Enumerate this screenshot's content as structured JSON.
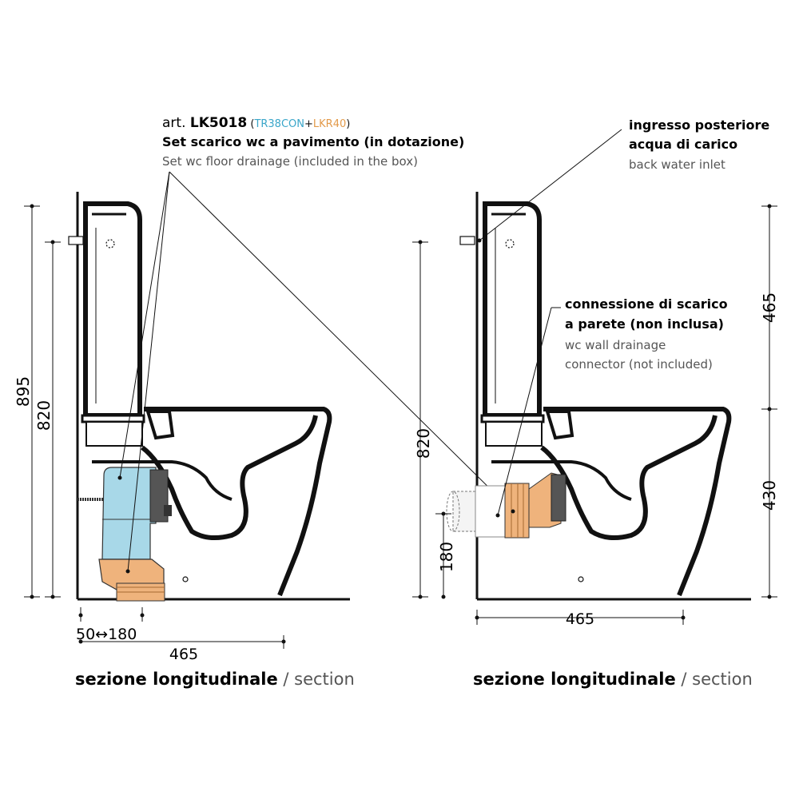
{
  "left": {
    "callout_prefix": "art. ",
    "callout_code": "LK5018",
    "callout_paren_open": " (",
    "callout_part1": "TR38CON",
    "callout_plus": "+",
    "callout_part2": "LKR40",
    "callout_paren_close": ")",
    "callout_line_it": "Set scarico wc a pavimento (in dotazione)",
    "callout_line_en": "Set wc floor drainage (included in the box)",
    "dim_895": "895",
    "dim_820": "820",
    "dim_offset": "50↔180",
    "dim_465": "465",
    "caption_it": "sezione longitudinale",
    "caption_sep": " / ",
    "caption_en": "section"
  },
  "right": {
    "callout_top_it_1": "ingresso posteriore",
    "callout_top_it_2": "acqua di carico",
    "callout_top_en": "back water inlet",
    "callout_mid_it_1": "connessione di scarico",
    "callout_mid_it_2": "a parete (non inclusa)",
    "callout_mid_en_1": "wc wall drainage",
    "callout_mid_en_2": "connector (not included)",
    "dim_465_top": "465",
    "dim_430": "430",
    "dim_820": "820",
    "dim_180": "180",
    "dim_465_bottom": "465",
    "caption_it": "sezione longitudinale",
    "caption_sep": " / ",
    "caption_en": "section"
  },
  "colors": {
    "accent_blue": "#3aa6c9",
    "accent_orange": "#e39a4a",
    "pipe_blue": "#a8d8e8",
    "pipe_orange": "#efb37c",
    "line": "#111111"
  }
}
